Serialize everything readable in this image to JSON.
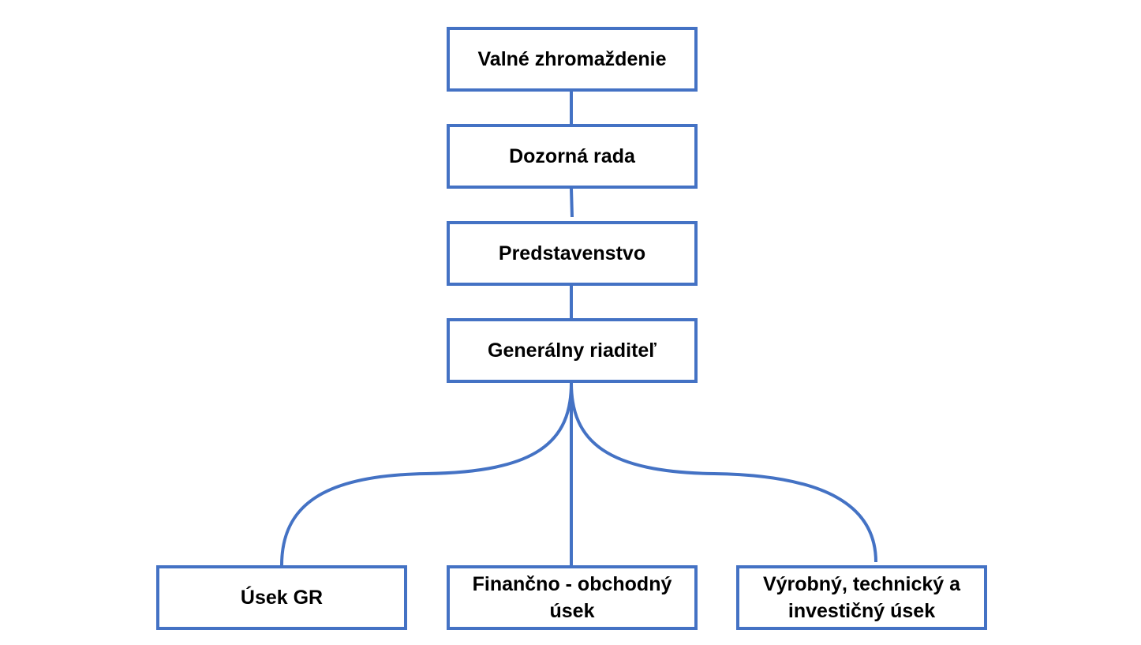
{
  "diagram": {
    "line_color": "#4472c4",
    "nodes": {
      "valne_zhromazdenie": "Valné zhromaždenie",
      "dozorna_rada": "Dozorná rada",
      "predstavenstvo": "Predstavenstvo",
      "generalny_riaditel": "Generálny riaditeľ",
      "usek_gr": "Úsek GR",
      "financno_obchodny_usek": "Finančno - obchodný úsek",
      "vyrobny_technicky_investicny_usek": "Výrobný, technický a investičný úsek"
    },
    "edges": [
      [
        "valne_zhromazdenie",
        "dozorna_rada"
      ],
      [
        "dozorna_rada",
        "predstavenstvo"
      ],
      [
        "predstavenstvo",
        "generalny_riaditel"
      ],
      [
        "generalny_riaditel",
        "usek_gr"
      ],
      [
        "generalny_riaditel",
        "financno_obchodny_usek"
      ],
      [
        "generalny_riaditel",
        "vyrobny_technicky_investicny_usek"
      ]
    ]
  }
}
